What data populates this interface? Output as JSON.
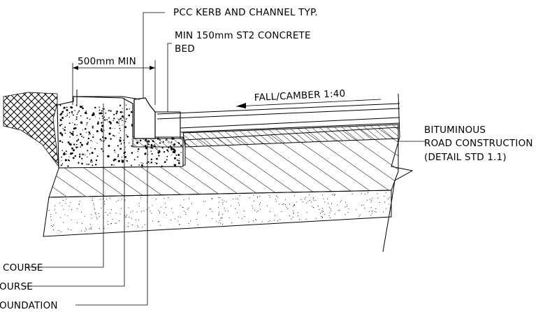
{
  "drawing": {
    "labels": {
      "kerb": "PCC KERB AND CHANNEL TYP.",
      "bed_line1": "MIN 150mm ST2 CONCRETE",
      "bed_line2": "BED",
      "dimension": "500mm MIN",
      "fall": "FALL/CAMBER 1:40",
      "bituminous_line1": "BITUMINOUS",
      "bituminous_line2": "ROAD CONSTRUCTION",
      "bituminous_line3": "(DETAIL STD 1.1)",
      "course_1": "COURSE",
      "course_2": "OURSE",
      "foundation": "OUNDATION"
    },
    "colors": {
      "ink": "#000000",
      "background": "#ffffff"
    }
  }
}
